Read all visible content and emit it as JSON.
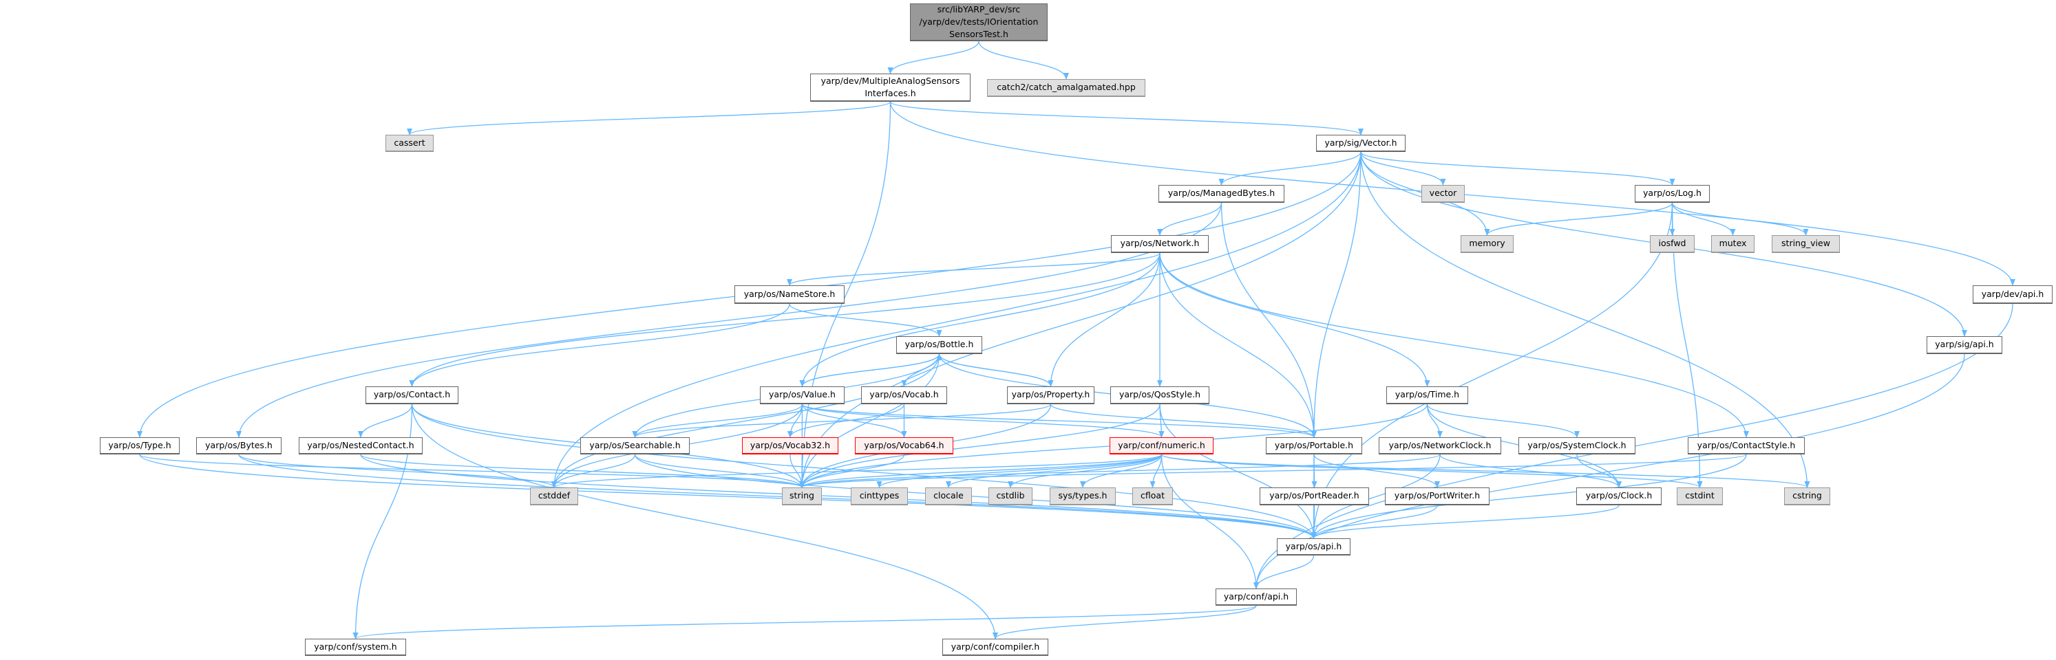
{
  "colors": {
    "edge": "#63b8ff",
    "main_fill": "#999999",
    "external_fill": "#e0e0e0",
    "missing_border": "#ff0000",
    "missing_fill": "#fff0f0"
  },
  "nodes": [
    {
      "id": "root",
      "label": "src/libYARP_dev/src\n/yarp/dev/tests/IOrientation\nSensorsTest.h",
      "kind": "main"
    },
    {
      "id": "mas",
      "label": "yarp/dev/MultipleAnalogSensors\nInterfaces.h",
      "kind": "normal"
    },
    {
      "id": "catch2",
      "label": "catch2/catch_amalgamated.hpp",
      "kind": "external"
    },
    {
      "id": "cassert",
      "label": "cassert",
      "kind": "external"
    },
    {
      "id": "vectorh",
      "label": "yarp/sig/Vector.h",
      "kind": "normal"
    },
    {
      "id": "managed",
      "label": "yarp/os/ManagedBytes.h",
      "kind": "normal"
    },
    {
      "id": "vector",
      "label": "vector",
      "kind": "external"
    },
    {
      "id": "log",
      "label": "yarp/os/Log.h",
      "kind": "normal"
    },
    {
      "id": "network",
      "label": "yarp/os/Network.h",
      "kind": "normal"
    },
    {
      "id": "memory",
      "label": "memory",
      "kind": "external"
    },
    {
      "id": "iosfwd",
      "label": "iosfwd",
      "kind": "external"
    },
    {
      "id": "mutex",
      "label": "mutex",
      "kind": "external"
    },
    {
      "id": "string_view",
      "label": "string_view",
      "kind": "external"
    },
    {
      "id": "devapi",
      "label": "yarp/dev/api.h",
      "kind": "normal"
    },
    {
      "id": "namestore",
      "label": "yarp/os/NameStore.h",
      "kind": "normal"
    },
    {
      "id": "bottle",
      "label": "yarp/os/Bottle.h",
      "kind": "normal"
    },
    {
      "id": "sigapi",
      "label": "yarp/sig/api.h",
      "kind": "normal"
    },
    {
      "id": "contact",
      "label": "yarp/os/Contact.h",
      "kind": "normal"
    },
    {
      "id": "value",
      "label": "yarp/os/Value.h",
      "kind": "normal"
    },
    {
      "id": "vocab",
      "label": "yarp/os/Vocab.h",
      "kind": "normal"
    },
    {
      "id": "property",
      "label": "yarp/os/Property.h",
      "kind": "normal"
    },
    {
      "id": "qos",
      "label": "yarp/os/QosStyle.h",
      "kind": "normal"
    },
    {
      "id": "time",
      "label": "yarp/os/Time.h",
      "kind": "normal"
    },
    {
      "id": "type",
      "label": "yarp/os/Type.h",
      "kind": "normal"
    },
    {
      "id": "bytes",
      "label": "yarp/os/Bytes.h",
      "kind": "normal"
    },
    {
      "id": "nested",
      "label": "yarp/os/NestedContact.h",
      "kind": "normal"
    },
    {
      "id": "searchable",
      "label": "yarp/os/Searchable.h",
      "kind": "normal"
    },
    {
      "id": "vocab32",
      "label": "yarp/os/Vocab32.h",
      "kind": "missing"
    },
    {
      "id": "vocab64",
      "label": "yarp/os/Vocab64.h",
      "kind": "missing"
    },
    {
      "id": "numeric",
      "label": "yarp/conf/numeric.h",
      "kind": "missing"
    },
    {
      "id": "portable",
      "label": "yarp/os/Portable.h",
      "kind": "normal"
    },
    {
      "id": "netclock",
      "label": "yarp/os/NetworkClock.h",
      "kind": "normal"
    },
    {
      "id": "sysclock",
      "label": "yarp/os/SystemClock.h",
      "kind": "normal"
    },
    {
      "id": "contactstyle",
      "label": "yarp/os/ContactStyle.h",
      "kind": "normal"
    },
    {
      "id": "cstddef",
      "label": "cstddef",
      "kind": "external"
    },
    {
      "id": "string",
      "label": "string",
      "kind": "external"
    },
    {
      "id": "cinttypes",
      "label": "cinttypes",
      "kind": "external"
    },
    {
      "id": "clocale",
      "label": "clocale",
      "kind": "external"
    },
    {
      "id": "cstdlib",
      "label": "cstdlib",
      "kind": "external"
    },
    {
      "id": "systypes",
      "label": "sys/types.h",
      "kind": "external"
    },
    {
      "id": "cfloat",
      "label": "cfloat",
      "kind": "external"
    },
    {
      "id": "portreader",
      "label": "yarp/os/PortReader.h",
      "kind": "normal"
    },
    {
      "id": "portwriter",
      "label": "yarp/os/PortWriter.h",
      "kind": "normal"
    },
    {
      "id": "clock",
      "label": "yarp/os/Clock.h",
      "kind": "normal"
    },
    {
      "id": "cstdint",
      "label": "cstdint",
      "kind": "external"
    },
    {
      "id": "cstring",
      "label": "cstring",
      "kind": "external"
    },
    {
      "id": "osapi",
      "label": "yarp/os/api.h",
      "kind": "normal"
    },
    {
      "id": "confapi",
      "label": "yarp/conf/api.h",
      "kind": "normal"
    },
    {
      "id": "system",
      "label": "yarp/conf/system.h",
      "kind": "normal"
    },
    {
      "id": "compiler",
      "label": "yarp/conf/compiler.h",
      "kind": "normal"
    }
  ],
  "edges": [
    [
      "root",
      "mas"
    ],
    [
      "root",
      "catch2"
    ],
    [
      "mas",
      "cassert"
    ],
    [
      "mas",
      "string"
    ],
    [
      "mas",
      "vectorh"
    ],
    [
      "mas",
      "devapi"
    ],
    [
      "vectorh",
      "managed"
    ],
    [
      "vectorh",
      "vector"
    ],
    [
      "vectorh",
      "memory"
    ],
    [
      "vectorh",
      "log"
    ],
    [
      "vectorh",
      "portable"
    ],
    [
      "vectorh",
      "string"
    ],
    [
      "vectorh",
      "cstddef"
    ],
    [
      "vectorh",
      "type"
    ],
    [
      "vectorh",
      "cstring"
    ],
    [
      "vectorh",
      "sigapi"
    ],
    [
      "log",
      "memory"
    ],
    [
      "log",
      "iosfwd"
    ],
    [
      "log",
      "mutex"
    ],
    [
      "log",
      "string_view"
    ],
    [
      "log",
      "cstdint"
    ],
    [
      "log",
      "osapi"
    ],
    [
      "managed",
      "network"
    ],
    [
      "managed",
      "portable"
    ],
    [
      "managed",
      "bytes"
    ],
    [
      "network",
      "namestore"
    ],
    [
      "network",
      "contact"
    ],
    [
      "network",
      "value"
    ],
    [
      "network",
      "property"
    ],
    [
      "network",
      "qos"
    ],
    [
      "network",
      "portable"
    ],
    [
      "network",
      "time"
    ],
    [
      "network",
      "contactstyle"
    ],
    [
      "namestore",
      "bottle"
    ],
    [
      "namestore",
      "contact"
    ],
    [
      "bottle",
      "value"
    ],
    [
      "bottle",
      "vocab"
    ],
    [
      "bottle",
      "property"
    ],
    [
      "bottle",
      "searchable"
    ],
    [
      "bottle",
      "portable"
    ],
    [
      "bottle",
      "string"
    ],
    [
      "bottle",
      "cstddef"
    ],
    [
      "value",
      "bottle"
    ],
    [
      "value",
      "searchable"
    ],
    [
      "value",
      "vocab32"
    ],
    [
      "value",
      "vocab64"
    ],
    [
      "value",
      "string"
    ],
    [
      "value",
      "cstddef"
    ],
    [
      "value",
      "numeric"
    ],
    [
      "value",
      "portable"
    ],
    [
      "vocab",
      "vocab32"
    ],
    [
      "vocab",
      "vocab64"
    ],
    [
      "property",
      "bottle"
    ],
    [
      "property",
      "searchable"
    ],
    [
      "property",
      "string"
    ],
    [
      "property",
      "portable"
    ],
    [
      "contact",
      "nested"
    ],
    [
      "contact",
      "string"
    ],
    [
      "contact",
      "system"
    ],
    [
      "contact",
      "compiler"
    ],
    [
      "contact",
      "osapi"
    ],
    [
      "type",
      "osapi"
    ],
    [
      "type",
      "string"
    ],
    [
      "bytes",
      "cstddef"
    ],
    [
      "bytes",
      "osapi"
    ],
    [
      "nested",
      "string"
    ],
    [
      "nested",
      "osapi"
    ],
    [
      "searchable",
      "cstddef"
    ],
    [
      "searchable",
      "string"
    ],
    [
      "searchable",
      "osapi"
    ],
    [
      "vocab32",
      "string"
    ],
    [
      "vocab64",
      "string"
    ],
    [
      "qos",
      "numeric"
    ],
    [
      "qos",
      "string"
    ],
    [
      "qos",
      "osapi"
    ],
    [
      "numeric",
      "string"
    ],
    [
      "numeric",
      "cinttypes"
    ],
    [
      "numeric",
      "clocale"
    ],
    [
      "numeric",
      "cstdlib"
    ],
    [
      "numeric",
      "systypes"
    ],
    [
      "numeric",
      "cfloat"
    ],
    [
      "numeric",
      "cstddef"
    ],
    [
      "numeric",
      "cstdint"
    ],
    [
      "numeric",
      "cstring"
    ],
    [
      "numeric",
      "confapi"
    ],
    [
      "portable",
      "portreader"
    ],
    [
      "portable",
      "portwriter"
    ],
    [
      "portable",
      "osapi"
    ],
    [
      "portreader",
      "osapi"
    ],
    [
      "portwriter",
      "osapi"
    ],
    [
      "time",
      "netclock"
    ],
    [
      "time",
      "sysclock"
    ],
    [
      "time",
      "clock"
    ],
    [
      "time",
      "string"
    ],
    [
      "netclock",
      "clock"
    ],
    [
      "netclock",
      "osapi"
    ],
    [
      "netclock",
      "string"
    ],
    [
      "sysclock",
      "clock"
    ],
    [
      "clock",
      "osapi"
    ],
    [
      "contactstyle",
      "osapi"
    ],
    [
      "contactstyle",
      "string"
    ],
    [
      "sigapi",
      "confapi"
    ],
    [
      "devapi",
      "confapi"
    ],
    [
      "osapi",
      "confapi"
    ],
    [
      "confapi",
      "system"
    ],
    [
      "confapi",
      "compiler"
    ]
  ]
}
